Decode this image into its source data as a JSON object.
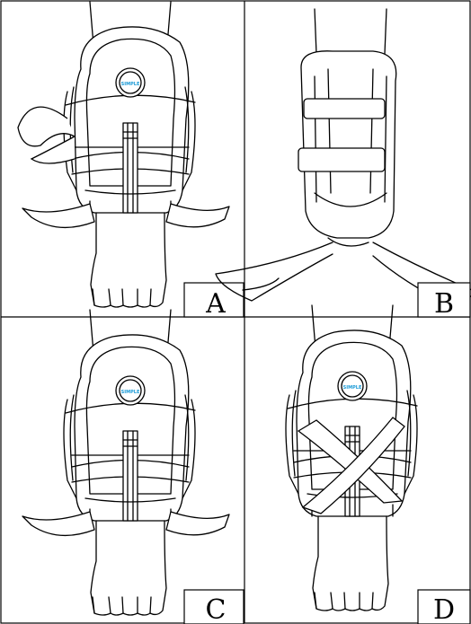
{
  "panels": [
    {
      "id": "A",
      "label": "A",
      "view": "front",
      "wrapped": false
    },
    {
      "id": "B",
      "label": "B",
      "view": "back",
      "wrapped": false
    },
    {
      "id": "C",
      "label": "C",
      "view": "front",
      "wrapped": false
    },
    {
      "id": "D",
      "label": "D",
      "view": "front",
      "wrapped": true
    }
  ],
  "logo": {
    "text": "SIMPLE",
    "color": "#1a9ad6"
  },
  "colors": {
    "line": "#000000",
    "background": "#ffffff"
  }
}
